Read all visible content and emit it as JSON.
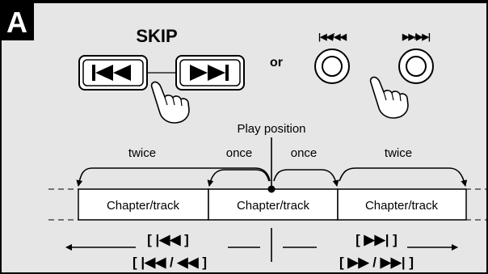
{
  "panel": {
    "letter": "A",
    "background_color": "#e6e6e6",
    "frame_color": "#000000"
  },
  "skip": {
    "title": "SKIP",
    "prev_icon": "skip-previous-icon",
    "next_icon": "skip-next-icon"
  },
  "or_label": "or",
  "remote": {
    "left_label": "|◀◀/◀◀",
    "right_label": "▶▶/▶▶|",
    "button_icon": "round-button-icon"
  },
  "hand_icon": "pointing-hand-icon",
  "play_position_label": "Play position",
  "presses": {
    "left_twice": "twice",
    "left_once": "once",
    "right_once": "once",
    "right_twice": "twice"
  },
  "tracks": [
    "Chapter/track",
    "Chapter/track",
    "Chapter/track"
  ],
  "bottom": {
    "left_line1": "[ |◀◀ ]",
    "left_line2": "[ |◀◀ / ◀◀ ]",
    "right_line1": "[ ▶▶| ]",
    "right_line2": "[ ▶▶ / ▶▶| ]"
  }
}
